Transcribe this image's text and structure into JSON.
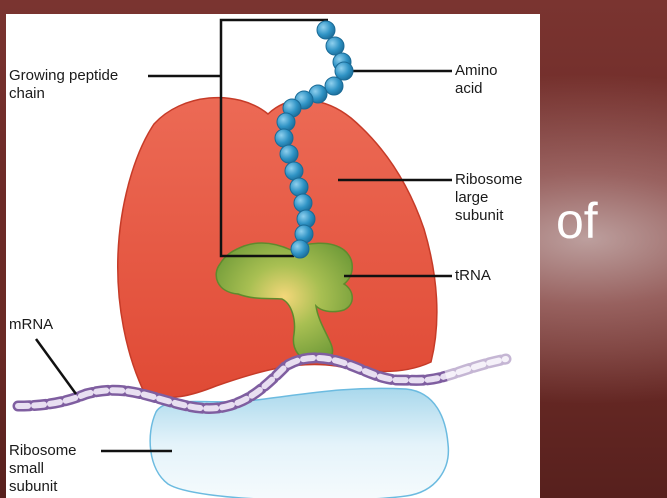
{
  "slide": {
    "partial_text": "of",
    "background_color": "#6e2a26"
  },
  "diagram": {
    "labels": {
      "growing_peptide_chain": [
        "Growing peptide",
        "chain"
      ],
      "amino_acid": [
        "Amino",
        "acid"
      ],
      "ribosome_large_subunit": [
        "Ribosome",
        "large",
        "subunit"
      ],
      "trna": [
        "tRNA"
      ],
      "mrna": [
        "mRNA"
      ],
      "ribosome_small_subunit": [
        "Ribosome",
        "small",
        "subunit"
      ]
    },
    "colors": {
      "large_subunit": "#e4553f",
      "small_subunit": "#d7ecf5",
      "trna": "#7aa43d",
      "amino_acid": "#2f93c5",
      "mrna": "#a886c4"
    }
  }
}
